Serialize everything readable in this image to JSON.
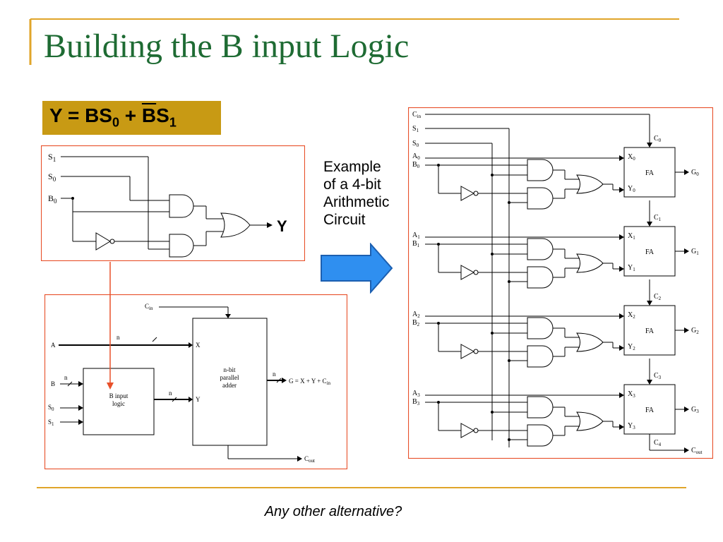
{
  "slide": {
    "title": "Building the B input Logic",
    "equation": {
      "prefix": "Y = BS",
      "sub0": "0",
      "plus": " + ",
      "bbar": "B",
      "s": "S",
      "sub1": "1"
    },
    "example_lines": [
      "Example",
      "of a 4-bit",
      "Arithmetic",
      "Circuit"
    ],
    "footer": "Any other alternative?"
  },
  "colors": {
    "title": "#1e6b33",
    "equation_box": "#c89a14",
    "panel_border": "#e8502a",
    "accent_rule": "#e0a52a",
    "arrow_fill": "#2f8ff0",
    "arrow_stroke": "#1c5fb0"
  },
  "logic_diagram": {
    "inputs": {
      "s1": "S",
      "s1_sub": "1",
      "s0": "S",
      "s0_sub": "0",
      "b0": "B",
      "b0_sub": "0"
    },
    "output": "Y"
  },
  "block_diagram": {
    "cin": "C",
    "cin_sub": "in",
    "a": "A",
    "b": "B",
    "n": "n",
    "s0": "S",
    "s0_sub": "0",
    "s1": "S",
    "s1_sub": "1",
    "x": "X",
    "y": "Y",
    "b_logic_line1": "B input",
    "b_logic_line2": "logic",
    "adder_line1": "n-bit",
    "adder_line2": "parallel",
    "adder_line3": "adder",
    "g_expr": "G = X + Y + C",
    "g_sub": "in",
    "cout": "C",
    "cout_sub": "out"
  },
  "arithmetic_circuit": {
    "cin": "C",
    "cin_sub": "in",
    "s1": "S",
    "s1_sub": "1",
    "s0": "S",
    "s0_sub": "0",
    "fa_label": "FA",
    "stages": [
      {
        "a": "A",
        "a_sub": "0",
        "b": "B",
        "b_sub": "0",
        "x": "X",
        "x_sub": "0",
        "y": "Y",
        "y_sub": "0",
        "g": "G",
        "g_sub": "0",
        "c_in": "C",
        "c_in_sub": "0"
      },
      {
        "a": "A",
        "a_sub": "1",
        "b": "B",
        "b_sub": "1",
        "x": "X",
        "x_sub": "1",
        "y": "Y",
        "y_sub": "1",
        "g": "G",
        "g_sub": "1",
        "c_in": "C",
        "c_in_sub": "1"
      },
      {
        "a": "A",
        "a_sub": "2",
        "b": "B",
        "b_sub": "2",
        "x": "X",
        "x_sub": "2",
        "y": "Y",
        "y_sub": "2",
        "g": "G",
        "g_sub": "2",
        "c_in": "C",
        "c_in_sub": "2"
      },
      {
        "a": "A",
        "a_sub": "3",
        "b": "B",
        "b_sub": "3",
        "x": "X",
        "x_sub": "3",
        "y": "Y",
        "y_sub": "3",
        "g": "G",
        "g_sub": "3",
        "c_in": "C",
        "c_in_sub": "3"
      }
    ],
    "c4": "C",
    "c4_sub": "4",
    "cout": "C",
    "cout_sub": "out"
  }
}
